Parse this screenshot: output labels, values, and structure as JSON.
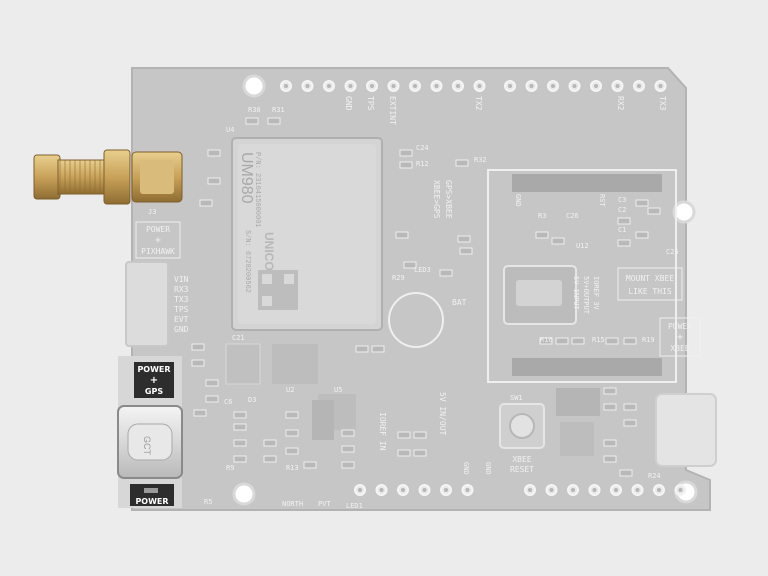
{
  "colors": {
    "background": "#ececec",
    "board": "#c7c7c7",
    "board_edge": "#b5b5b5",
    "silkscreen": "#f4f4f4",
    "highlight_panel": "#2d2d2d",
    "module_shield": "#d5d5d5",
    "gold": "#c9a25a"
  },
  "module": {
    "brand": "UNICORE",
    "model": "UM980",
    "pn": "P/N: 2310415000001",
    "sn": "S/N: 6728200562"
  },
  "header_top": {
    "gnd": "GND",
    "tps": "TPS",
    "extint": "EXTINT",
    "tx2": "TX2",
    "rx2": "RX2",
    "tx3": "TX3"
  },
  "left_labels": {
    "power_pixhawk": [
      "POWER",
      "+",
      "PIXHAWK"
    ],
    "pins": [
      "VIN",
      "RX3",
      "TX3",
      "TPS",
      "EVT",
      "GND"
    ],
    "power_gps": [
      "POWER",
      "+",
      "GPS"
    ],
    "power_bottom": "POWER",
    "usb_c_marking": "GCT"
  },
  "center_labels": {
    "gps_xbee": "GPS>XBEE",
    "xbee_gps": "XBEE>GPS",
    "bat": "BAT",
    "fivev_in_out": "5V IN/OUT",
    "ioref_in": "IOREF IN",
    "led3": "LED3",
    "led1": "LED1",
    "north": "NORTH",
    "pvt": "PVT",
    "gnd_a": "GND",
    "gnd_b": "GND"
  },
  "right_labels": {
    "ioref_3v": [
      "IOREF 3V",
      "5V+OUTPUT",
      "5V INPUT"
    ],
    "mount_xbee": [
      "MOUNT XBEE",
      "LIKE THIS"
    ],
    "power_xbee": [
      "POWER",
      "+",
      "XBEE"
    ],
    "xbee_reset": [
      "XBEE",
      "RESET"
    ],
    "sw1": "SW1",
    "rst": "RST",
    "gnd": "GND"
  },
  "refdes": {
    "r30": "R30",
    "r31": "R31",
    "c24": "C24",
    "r12": "R12",
    "r32": "R32",
    "j3": "J3",
    "u4": "U4",
    "c25": "C25",
    "r3": "R3",
    "c26": "C26",
    "u12": "U12",
    "r29": "R29",
    "u2": "U2",
    "u5": "U5",
    "c21": "C21",
    "r15": "R15",
    "r16": "R16",
    "r19": "R19",
    "r24": "R24",
    "r5": "R5",
    "r9": "R9",
    "c6": "C6",
    "d3": "D3",
    "r13": "R13",
    "c1": "C1",
    "c2": "C2",
    "c3": "C3"
  }
}
